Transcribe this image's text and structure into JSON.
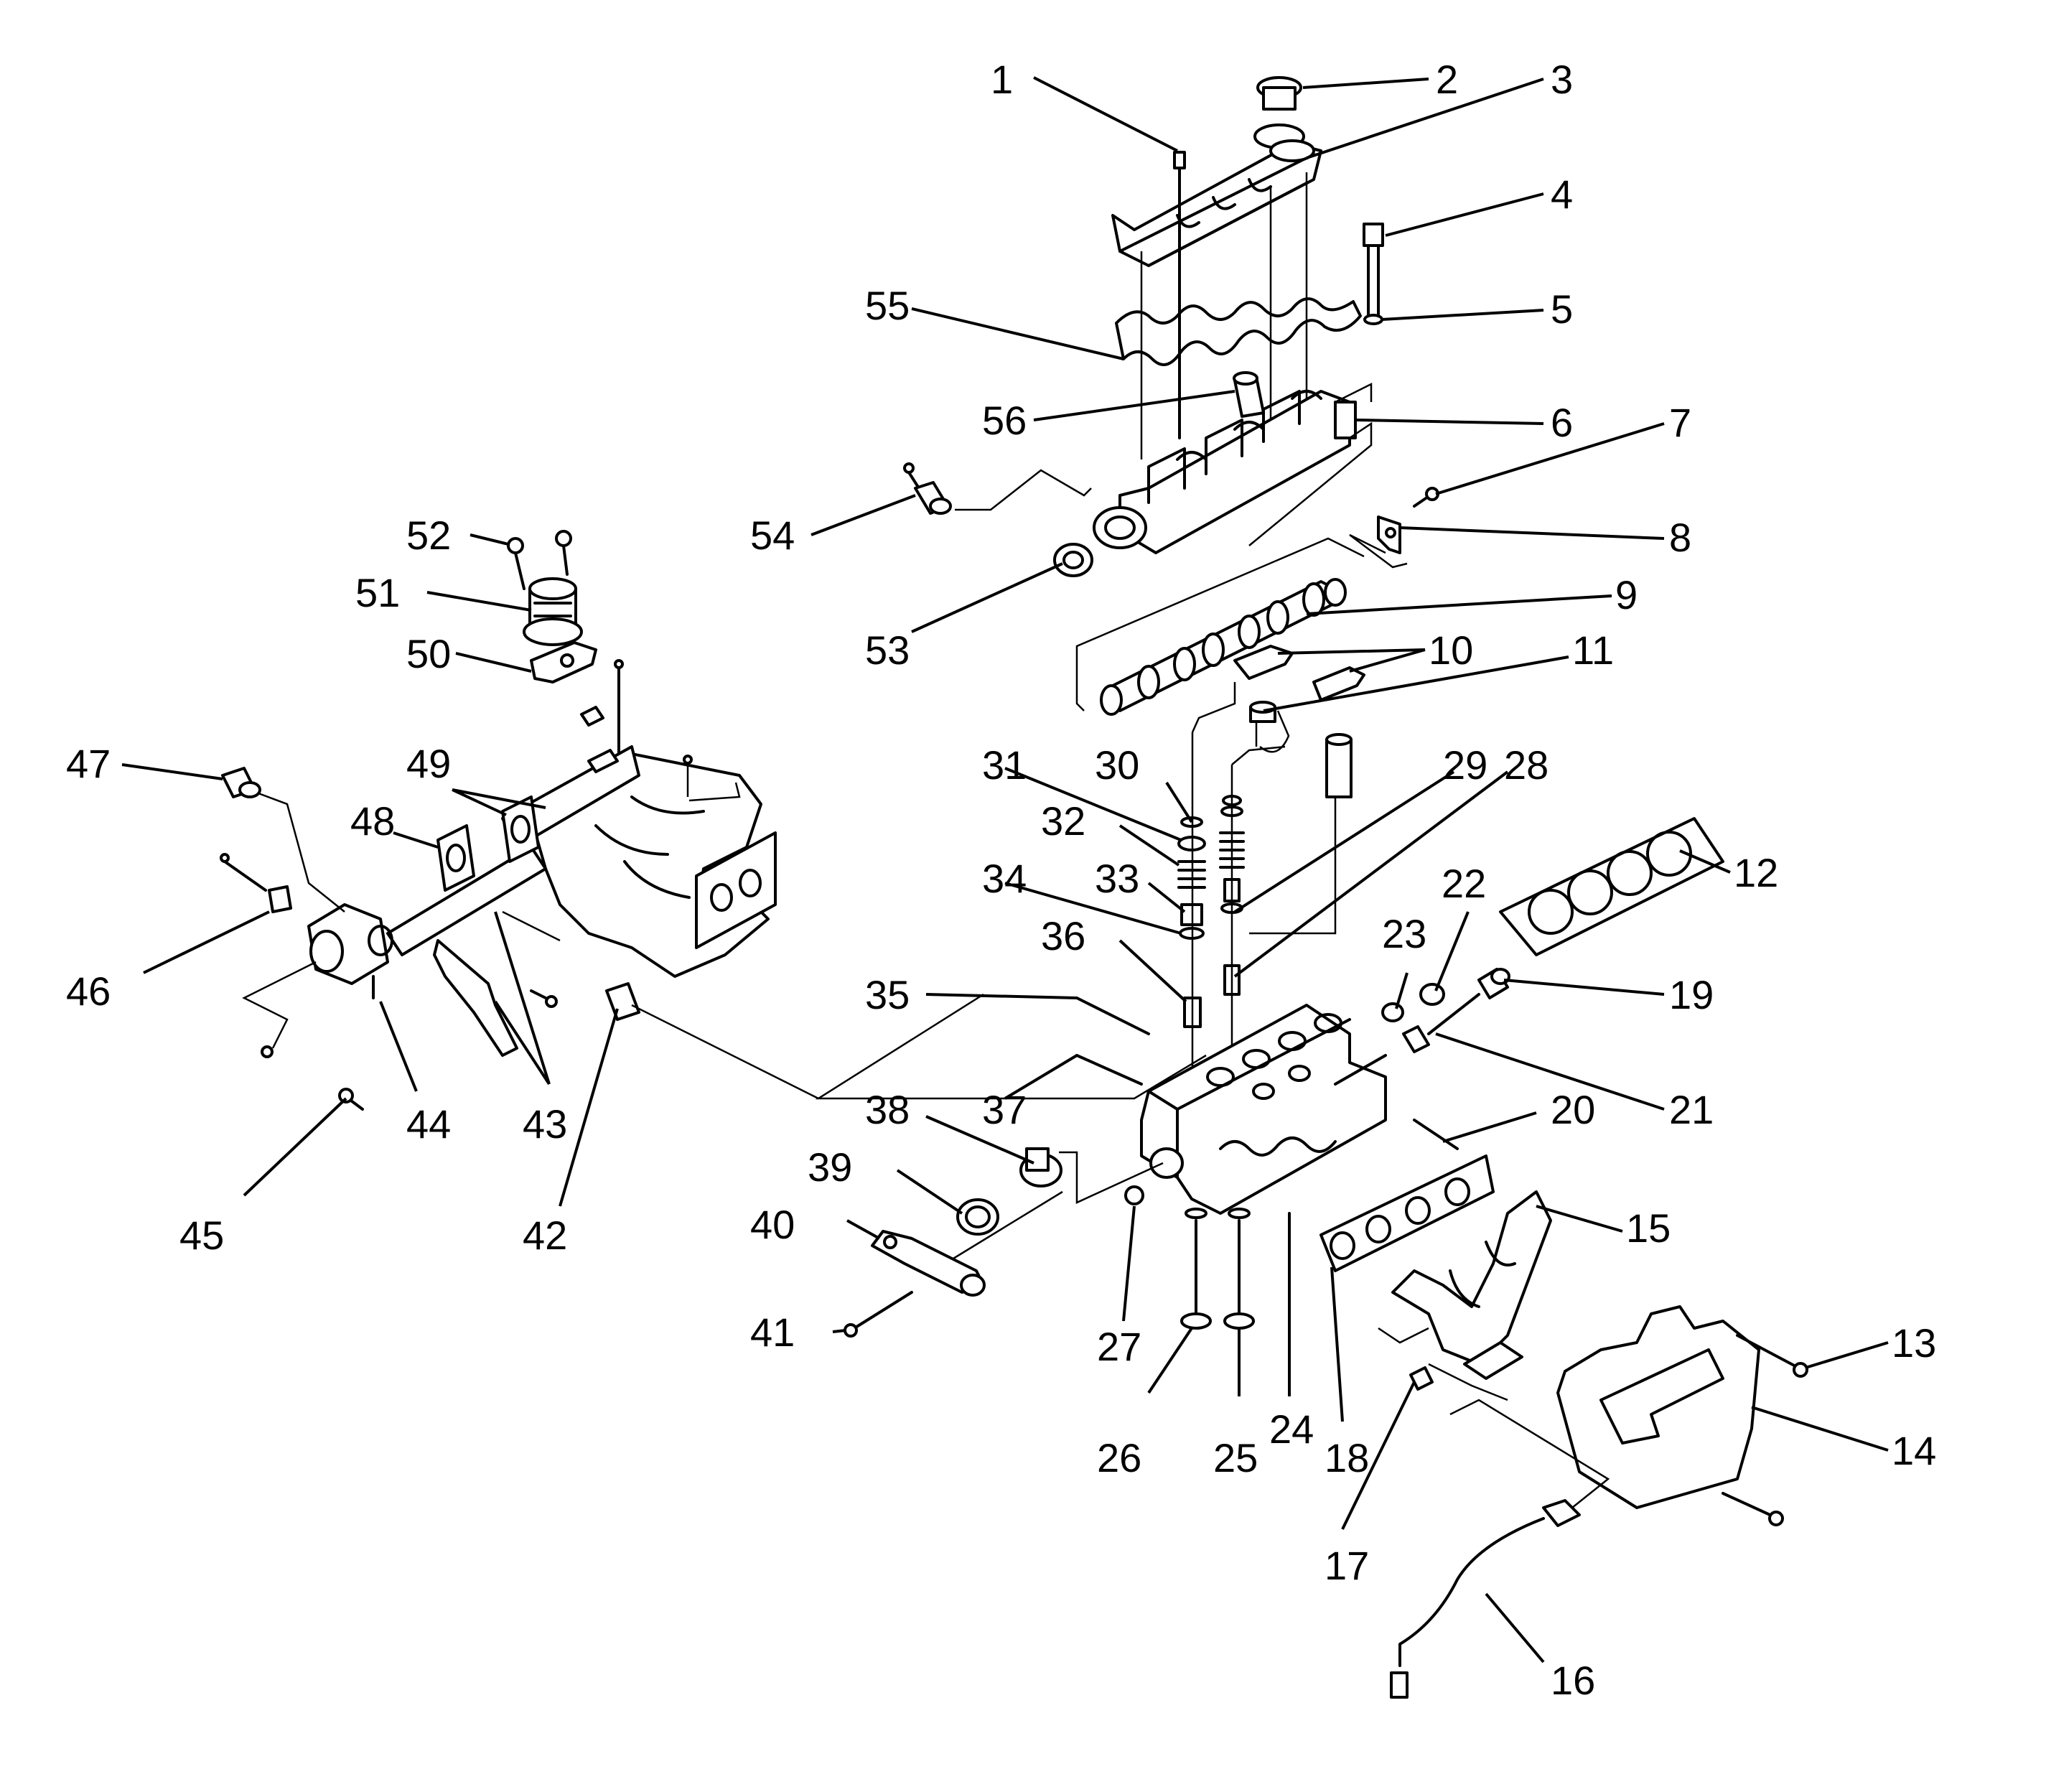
{
  "callouts": [
    "1",
    "2",
    "3",
    "4",
    "5",
    "6",
    "7",
    "8",
    "9",
    "10",
    "11",
    "12",
    "13",
    "14",
    "15",
    "16",
    "17",
    "18",
    "19",
    "20",
    "21",
    "22",
    "23",
    "24",
    "25",
    "26",
    "27",
    "28",
    "29",
    "30",
    "31",
    "32",
    "33",
    "34",
    "35",
    "36",
    "37",
    "38",
    "39",
    "40",
    "41",
    "42",
    "43",
    "44",
    "45",
    "46",
    "47",
    "48",
    "49",
    "50",
    "51",
    "52",
    "53",
    "54",
    "55",
    "56"
  ],
  "icons": {
    "exploded-view": "engine-cylinder-head-assembly"
  }
}
